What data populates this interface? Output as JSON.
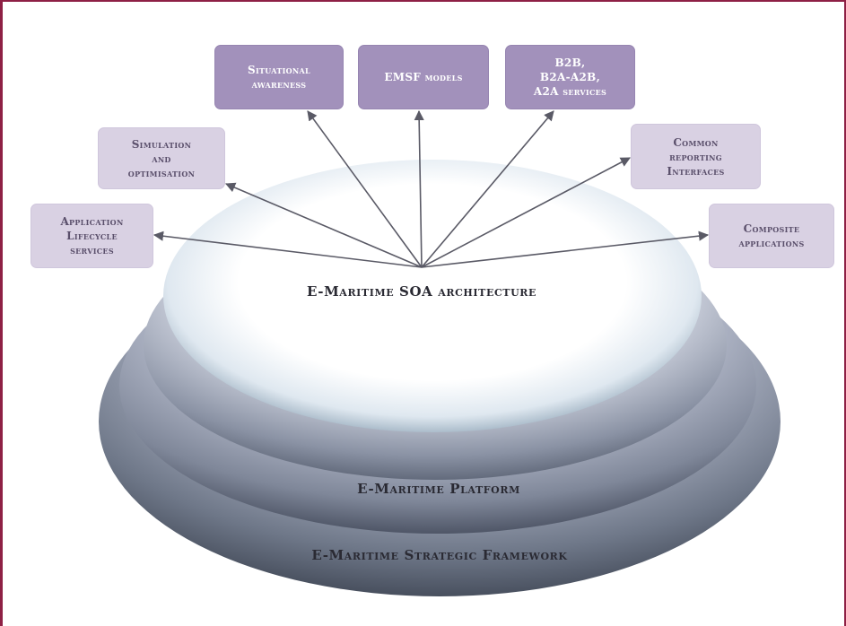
{
  "diagram": {
    "service_boxes": [
      {
        "id": "app-lifecycle",
        "label": "Application\nLifecycle\nservices",
        "style": "light"
      },
      {
        "id": "simulation",
        "label": "Simulation\nand\noptimisation",
        "style": "light"
      },
      {
        "id": "situational",
        "label": "Situational\nawareness",
        "style": "dark"
      },
      {
        "id": "emsf",
        "label": "EMSF models",
        "style": "dark"
      },
      {
        "id": "b2b",
        "label": "B2B,\nB2A-A2B,\nA2A services",
        "style": "dark"
      },
      {
        "id": "common-reporting",
        "label": "Common\nreporting\nInterfaces",
        "style": "light"
      },
      {
        "id": "composite",
        "label": "Composite\napplications",
        "style": "light"
      }
    ],
    "layers": {
      "soa": "E-Maritime SOA architecture",
      "platform": "E-Maritime Platform",
      "framework": "E-Maritime Strategic Framework"
    },
    "colors": {
      "frame_border": "#8e2045",
      "box_dark": "#a291bb",
      "box_light": "#d9d1e3",
      "arrow": "#5a5a66"
    }
  }
}
